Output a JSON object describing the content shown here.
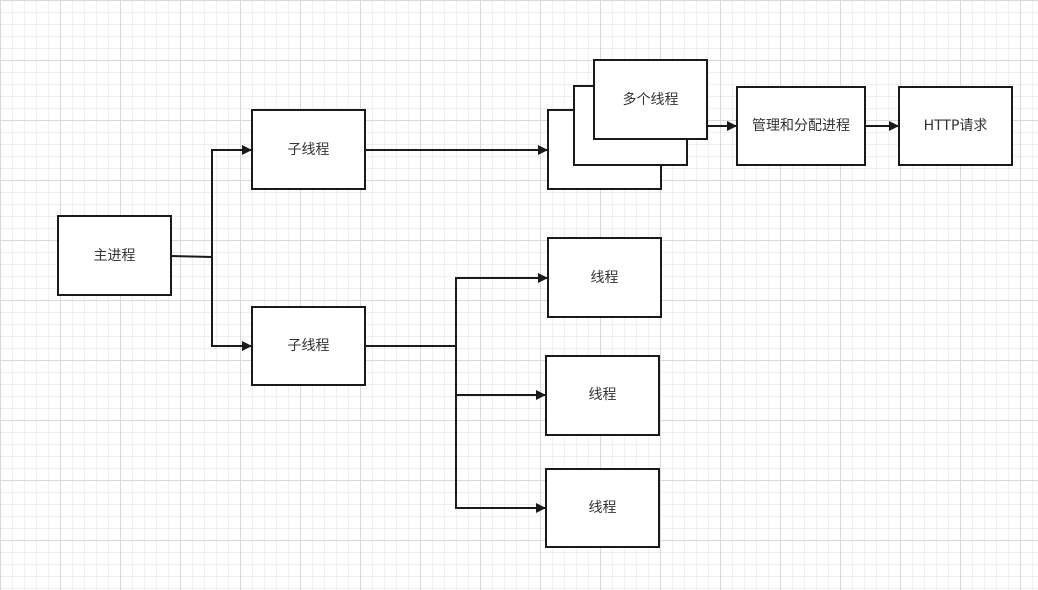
{
  "diagram": {
    "type": "flowchart",
    "nodes": {
      "main_process": "主进程",
      "child_thread_1": "子线程",
      "child_thread_2": "子线程",
      "multiple_threads": "多个线程",
      "manage_distribute": "管理和分配进程",
      "http_request": "HTTP请求",
      "thread_1": "线程",
      "thread_2": "线程",
      "thread_3": "线程"
    },
    "edges": [
      {
        "from": "main_process",
        "to": "child_thread_1"
      },
      {
        "from": "main_process",
        "to": "child_thread_2"
      },
      {
        "from": "child_thread_1",
        "to": "multiple_threads"
      },
      {
        "from": "multiple_threads",
        "to": "manage_distribute"
      },
      {
        "from": "manage_distribute",
        "to": "http_request"
      },
      {
        "from": "child_thread_2",
        "to": "thread_1"
      },
      {
        "from": "child_thread_2",
        "to": "thread_2"
      },
      {
        "from": "child_thread_2",
        "to": "thread_3"
      }
    ],
    "colors": {
      "stroke": "#1a1a1a",
      "text": "#333333",
      "box_fill": "#ffffff",
      "grid_major": "#d9d9d9",
      "grid_minor": "#efefef"
    }
  }
}
